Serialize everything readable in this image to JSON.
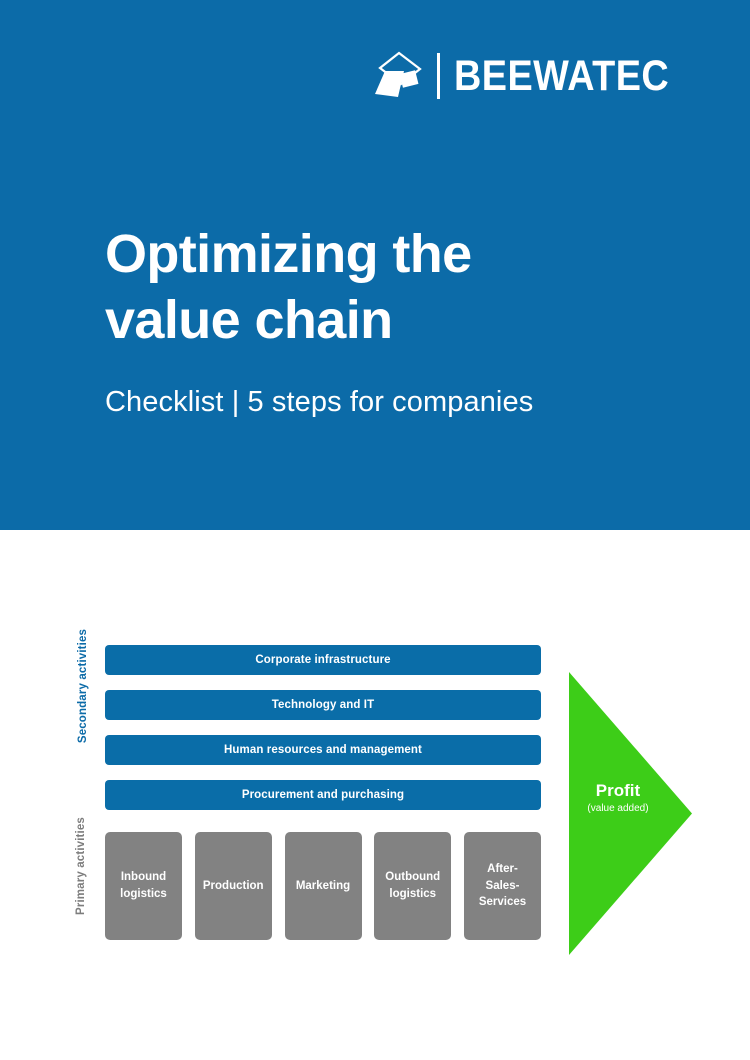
{
  "brand": {
    "mark_icon": "beewatec-diamond-logo-icon",
    "name": "BEEWATEC",
    "header_color": "#0C6BA8"
  },
  "cover": {
    "title": "Optimizing the\nvalue chain",
    "subtitle": "Checklist | 5 steps for companies"
  },
  "diagram": {
    "axis_labels": {
      "secondary": "Secondary activities",
      "primary": "Primary activities"
    },
    "colors": {
      "bar_blue": "#0A6DA8",
      "box_gray": "#828282",
      "arrow_green": "#3DCD18"
    },
    "secondary_activities": [
      {
        "label": "Corporate infrastructure"
      },
      {
        "label": "Technology and IT"
      },
      {
        "label": "Human resources and management"
      },
      {
        "label": "Procurement and purchasing"
      }
    ],
    "primary_activities": [
      {
        "label": "Inbound\nlogistics"
      },
      {
        "label": "Production"
      },
      {
        "label": "Marketing"
      },
      {
        "label": "Outbound\nlogistics"
      },
      {
        "label": "After-\nSales-\nServices"
      }
    ],
    "profit": {
      "title": "Profit",
      "caption": "(value added)"
    }
  }
}
